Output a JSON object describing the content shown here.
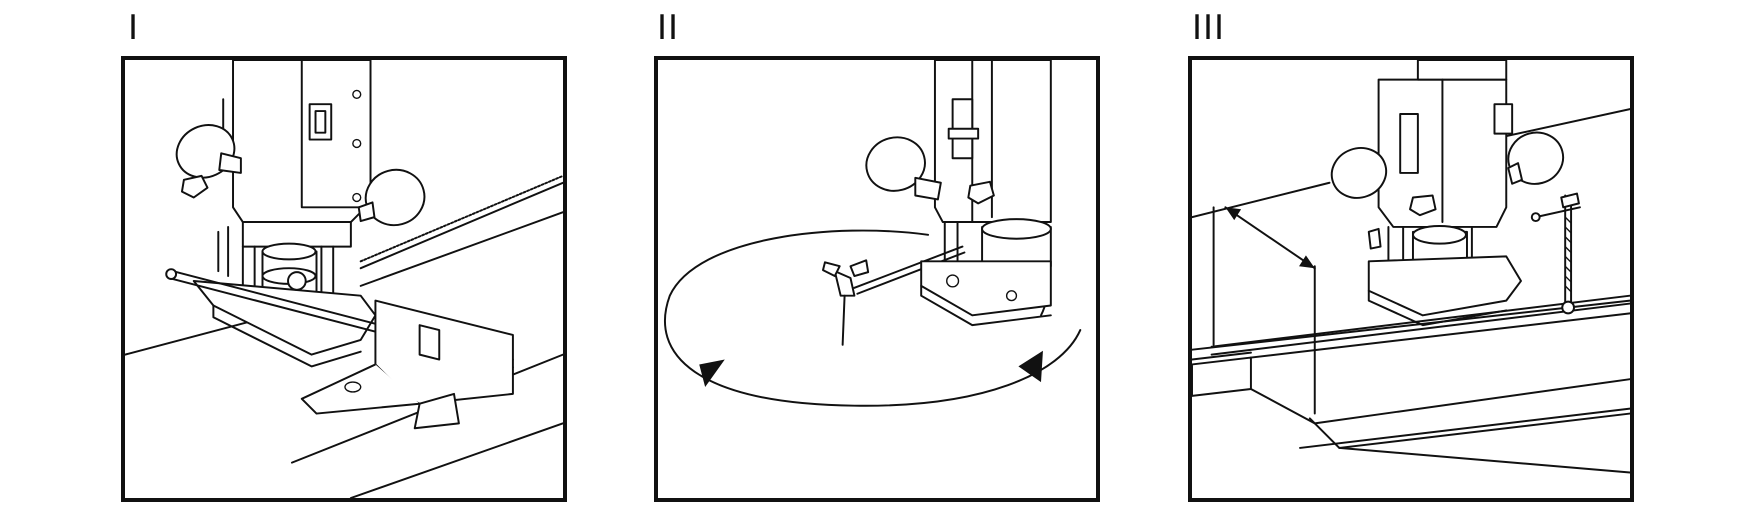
{
  "figure": {
    "panels": [
      {
        "label": "I"
      },
      {
        "label": "II"
      },
      {
        "label": "III"
      }
    ]
  },
  "colors": {
    "ink": "#111111",
    "background": "#ffffff"
  }
}
